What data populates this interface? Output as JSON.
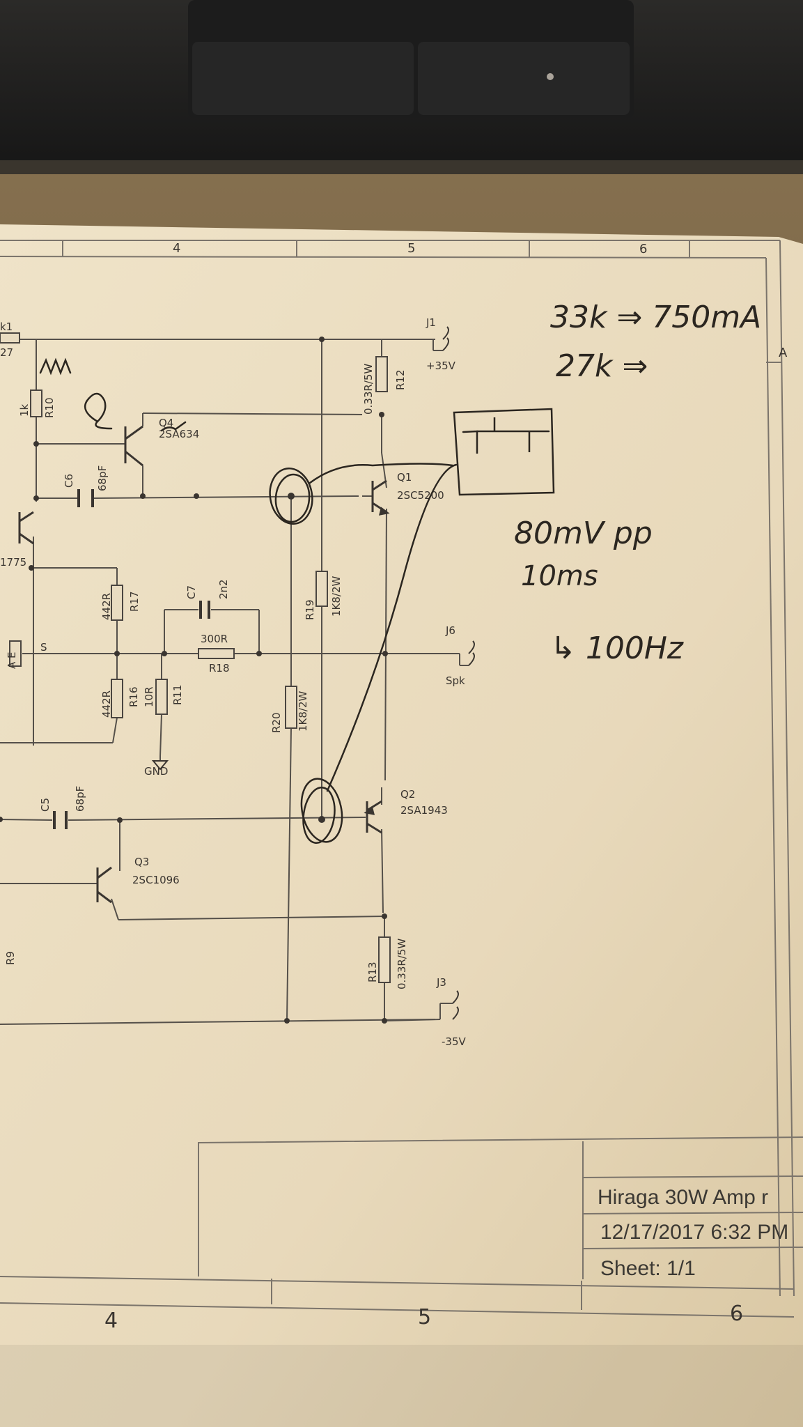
{
  "grid": {
    "top_labels": [
      "4",
      "5",
      "6"
    ],
    "bottom_labels": [
      "4",
      "5",
      "6"
    ],
    "row_label": "A"
  },
  "components": {
    "k1": "k1",
    "r27": "27",
    "r10_val": "1k",
    "r10": "R10",
    "q4": "Q4",
    "q4_part": "2SA634",
    "c6": "C6",
    "c6_val": "68pF",
    "q1": "Q1",
    "q1_part": "2SC5200",
    "r12": "R12",
    "r12_val": "0.33R/5W",
    "j1": "J1",
    "j1_val": "+35V",
    "part_775": "1775",
    "r17": "R17",
    "r17_val": "442R",
    "c7": "C7",
    "c7_val": "2n2",
    "r19": "R19",
    "r19_val": "1K8/2W",
    "ae": "A E",
    "s": "S",
    "r18_val": "300R",
    "r18": "R18",
    "j6": "J6",
    "j6_val": "Spk",
    "r16": "R16",
    "r16_val": "442R",
    "r11": "R11",
    "r11_val": "10R",
    "gnd": "GND",
    "r20": "R20",
    "r20_val": "1K8/2W",
    "c5": "C5",
    "c5_val": "68pF",
    "q2": "Q2",
    "q2_part": "2SA1943",
    "q3": "Q3",
    "q3_part": "2SC1096",
    "r9": "R9",
    "r13": "R13",
    "r13_val": "0.33R/5W",
    "j3": "J3",
    "j3_val": "-35V"
  },
  "annotations": {
    "line1": "33k ⇒ 750mA",
    "line2": "27k ⇒",
    "measure1": "80mV pp",
    "measure2": "10ms",
    "freq": "↳ 100Hz"
  },
  "title_block": {
    "title": "Hiraga 30W Amp r",
    "date": "12/17/2017 6:32 PM",
    "sheet": "Sheet:   1/1"
  },
  "colors": {
    "paper": "#e9dcc1",
    "ink": "#3a3530",
    "pen": "#2b2620",
    "laptop": "#222222"
  }
}
